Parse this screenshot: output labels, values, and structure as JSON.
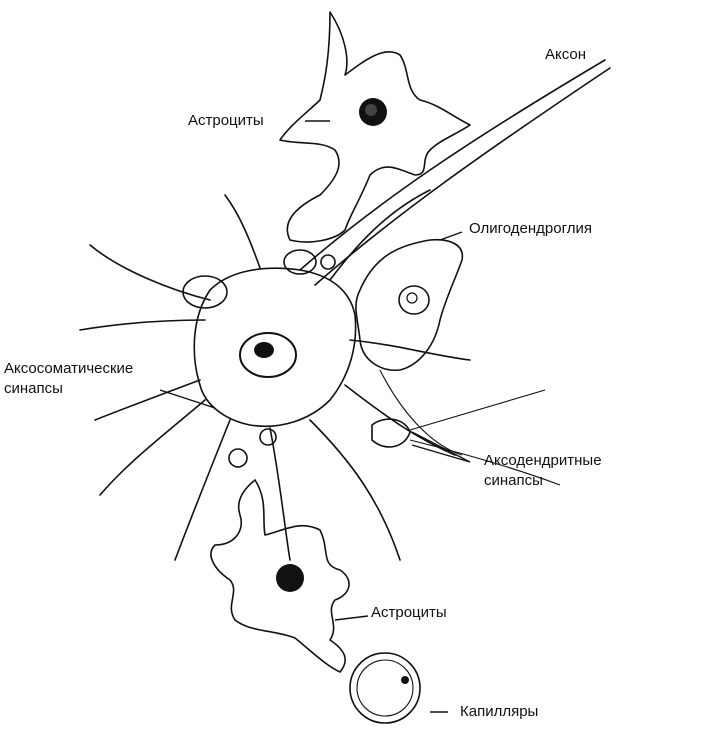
{
  "labels": {
    "astrocytes_top": "Астроциты",
    "axon": "Аксон",
    "oligodendroglia": "Олигодендроглия",
    "axosomatic_line1": "Аксосоматические",
    "axosomatic_line2": "синапсы",
    "axodendritic_line1": "Аксодендритные",
    "axodendritic_line2": "синапсы",
    "astrocytes_bottom": "Астроциты",
    "capillaries": "Капилляры"
  },
  "colors": {
    "ink": "#111111",
    "background": "#ffffff"
  }
}
